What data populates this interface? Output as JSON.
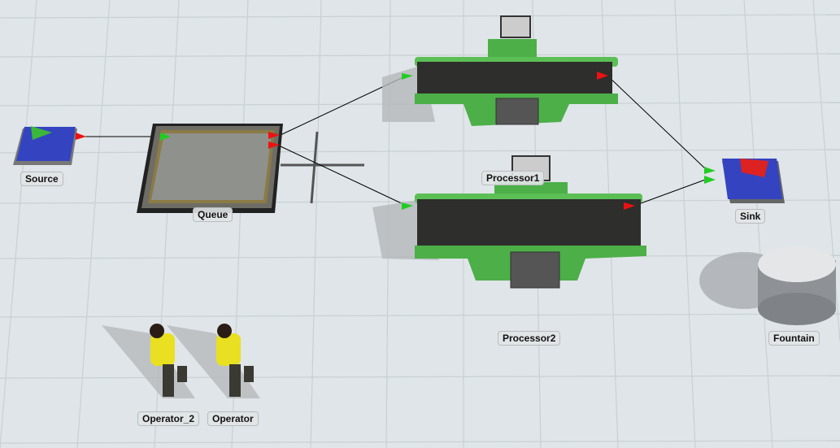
{
  "objects": {
    "source": {
      "label": "Source"
    },
    "queue": {
      "label": "Queue"
    },
    "processor1": {
      "label": "Processor1"
    },
    "processor2": {
      "label": "Processor2"
    },
    "sink": {
      "label": "Sink"
    },
    "fountain": {
      "label": "Fountain"
    },
    "operator_2": {
      "label": "Operator_2"
    },
    "operator": {
      "label": "Operator"
    }
  },
  "colors": {
    "floor": "#dfe5e8",
    "grid": "#c9d0d4",
    "source_blue": "#3444c0",
    "processor_green": "#4caf48",
    "input_port": "#22cc22",
    "output_port": "#ee1111",
    "operator_shirt": "#e8e020"
  }
}
